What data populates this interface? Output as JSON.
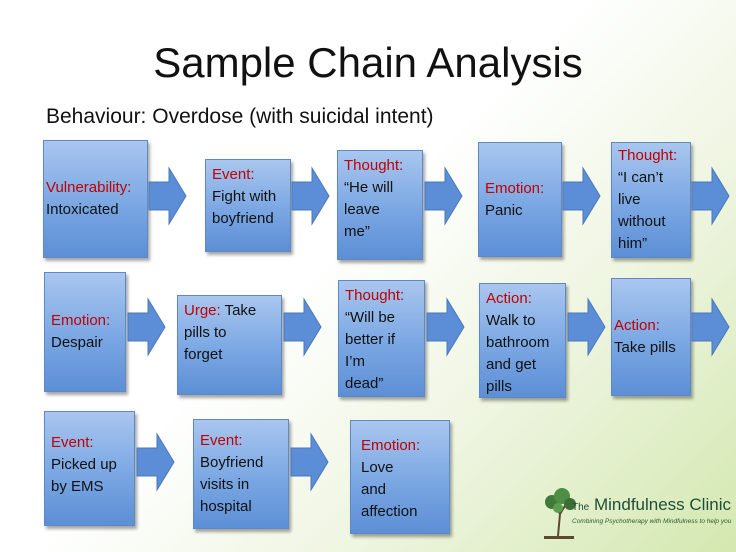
{
  "title": "Sample Chain Analysis",
  "subtitle": "Behaviour: Overdose (with suicidal intent)",
  "colors": {
    "label": "#c00000",
    "box": "#7aa7e3",
    "arrow": "#5b8ed6"
  },
  "nodes": [
    {
      "label": "Vulnerability:",
      "text": "Intoxicated"
    },
    {
      "label": "Event:",
      "text": "Fight with\nboyfriend"
    },
    {
      "label": "Thought:",
      "text": "“He will\nleave\nme”"
    },
    {
      "label": "Emotion:",
      "text": "Panic"
    },
    {
      "label": "Thought:",
      "text": "“I can’t\nlive\nwithout\nhim”"
    },
    {
      "label": "Emotion:",
      "text": "Despair"
    },
    {
      "label": "Urge:",
      "text": " Take\npills to\nforget"
    },
    {
      "label": "Thought:",
      "text": "“Will be\nbetter if\nI’m\ndead”"
    },
    {
      "label": "Action:",
      "text": "Walk to\nbathroom\nand get\npills"
    },
    {
      "label": "Action:",
      "text": "Take pills"
    },
    {
      "label": "Event:",
      "text": "Picked up\nby EMS"
    },
    {
      "label": "Event:",
      "text": "Boyfriend\nvisits in\nhospital"
    },
    {
      "label": "Emotion:",
      "text": "Love\nand\naffection"
    }
  ],
  "logo": {
    "the": "The",
    "name": "Mindfulness Clinic",
    "tagline": "Combining Psychotherapy with Mindfulness to help you"
  }
}
